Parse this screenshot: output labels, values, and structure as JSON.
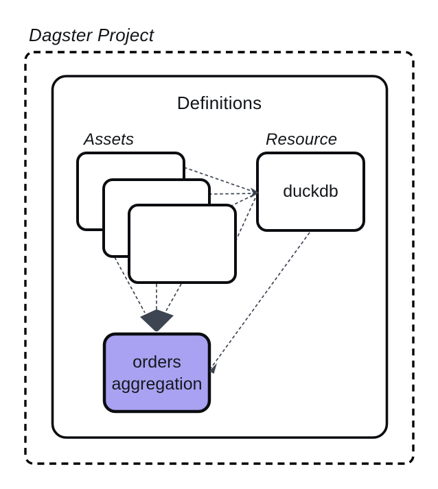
{
  "diagram": {
    "title": "Dagster Project",
    "definitions": {
      "label": "Definitions"
    },
    "assets_group": {
      "label": "Assets",
      "card_count": 3
    },
    "resource_group": {
      "label": "Resource",
      "node_label": "duckdb"
    },
    "target_node": {
      "label": "orders aggregation",
      "lines": [
        "orders",
        "aggregation"
      ]
    },
    "colors": {
      "node_fill": "#a9a2f2",
      "connector": "#3d4552",
      "border": "#0d0f12"
    }
  }
}
